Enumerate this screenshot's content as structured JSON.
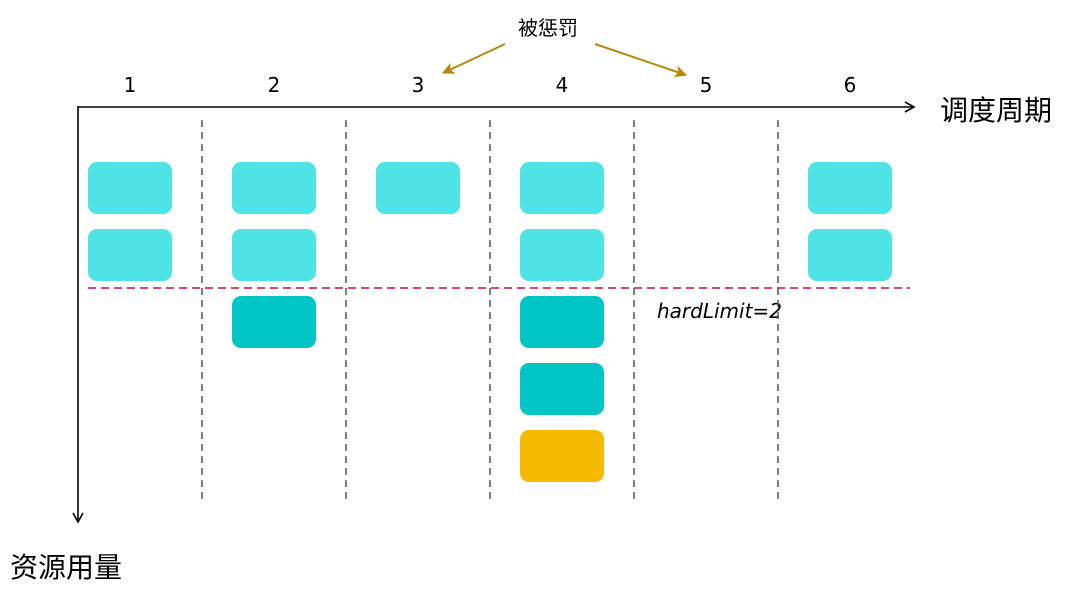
{
  "axes": {
    "x_label": "调度周期",
    "y_label": "资源用量"
  },
  "penalty": {
    "label": "被惩罚",
    "targets": [
      "3",
      "5"
    ]
  },
  "limit_line": {
    "label": "hardLimit=2",
    "value": 2
  },
  "periods": [
    {
      "label": "1",
      "blocks": [
        "light",
        "light"
      ]
    },
    {
      "label": "2",
      "blocks": [
        "light",
        "light",
        "dark"
      ]
    },
    {
      "label": "3",
      "blocks": [
        "light"
      ]
    },
    {
      "label": "4",
      "blocks": [
        "light",
        "light",
        "dark",
        "dark",
        "amber"
      ]
    },
    {
      "label": "5",
      "blocks": []
    },
    {
      "label": "6",
      "blocks": [
        "light",
        "light"
      ]
    }
  ],
  "colors": {
    "light": "#4fe3e5",
    "dark": "#00c5c6",
    "amber": "#f7b800",
    "limit_line": "#c8102e",
    "penalty_arrow": "#b8860b",
    "axis": "#000000",
    "divider": "#555555"
  }
}
